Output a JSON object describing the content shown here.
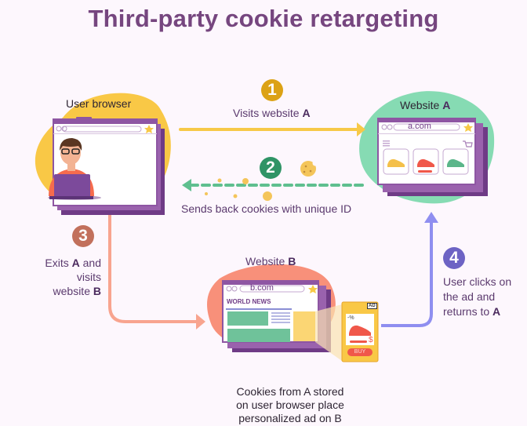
{
  "title": "Third-party cookie retargeting",
  "nodes": {
    "user_browser": {
      "label": "User browser"
    },
    "website_a": {
      "label": "Website ",
      "label_bold": "A",
      "url": "a.com"
    },
    "website_b": {
      "label": "Website ",
      "label_bold": "B",
      "url": "b.com",
      "section": "WORLD NEWS"
    }
  },
  "steps": [
    {
      "number": "1",
      "color": "#dca215",
      "text": "Visits website ",
      "bold": "A"
    },
    {
      "number": "2",
      "color": "#2f9466",
      "text": "Sends back cookies with unique ID"
    },
    {
      "number": "3",
      "color": "#c2705c",
      "line1_pre": "Exits ",
      "line1_bold": "A",
      "line1_post": " and",
      "line2": "visits",
      "line3_pre": "website ",
      "line3_bold": "B"
    },
    {
      "number": "4",
      "color": "#6d63c4",
      "line1": "User clicks on",
      "line2": "the ad and",
      "line3_pre": "returns to ",
      "line3_bold": "A"
    }
  ],
  "ad": {
    "badge": "AD",
    "discount": "-%",
    "price_symbol": "$",
    "buy_label": "BUY"
  },
  "caption": {
    "line1": "Cookies from A stored",
    "line2": "on user browser place",
    "line3": "personalized ad on B"
  },
  "colors": {
    "title": "#76467f",
    "arrow1": "#f7c948",
    "arrow2": "#5fbf8f",
    "arrow3": "#f8a48f",
    "arrow4": "#8f8ef0",
    "browser_frame": "#8e56a3",
    "blob_yellow": "#f9c846",
    "blob_green": "#86dbb3",
    "blob_coral": "#f8907a"
  }
}
